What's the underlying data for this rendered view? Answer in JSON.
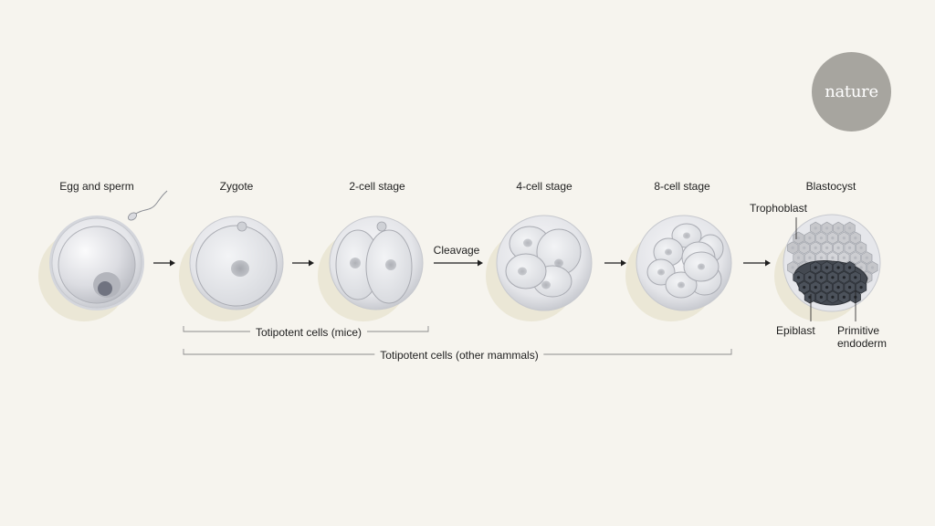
{
  "logo": {
    "text": "nature"
  },
  "stages": {
    "egg_sperm": "Egg and sperm",
    "zygote": "Zygote",
    "two_cell": "2-cell stage",
    "four_cell": "4-cell stage",
    "eight_cell": "8-cell stage",
    "blastocyst": "Blastocyst"
  },
  "arrow_labels": {
    "cleavage": "Cleavage"
  },
  "annotations": {
    "trophoblast": "Trophoblast",
    "epiblast": "Epiblast",
    "primitive_endoderm_line1": "Primitive",
    "primitive_endoderm_line2": "endoderm"
  },
  "brackets": {
    "mice": "Totipotent cells (mice)",
    "other_mammals": "Totipotent cells (other mammals)"
  },
  "colors": {
    "background": "#f6f4ee",
    "shadow": "#ebe7d6",
    "zona": "#dfe0e4",
    "cell_fill": "#e7e8ec",
    "cell_stroke": "#a9abb2",
    "epiblast": "#3f444c",
    "logo": "#a7a59f"
  }
}
